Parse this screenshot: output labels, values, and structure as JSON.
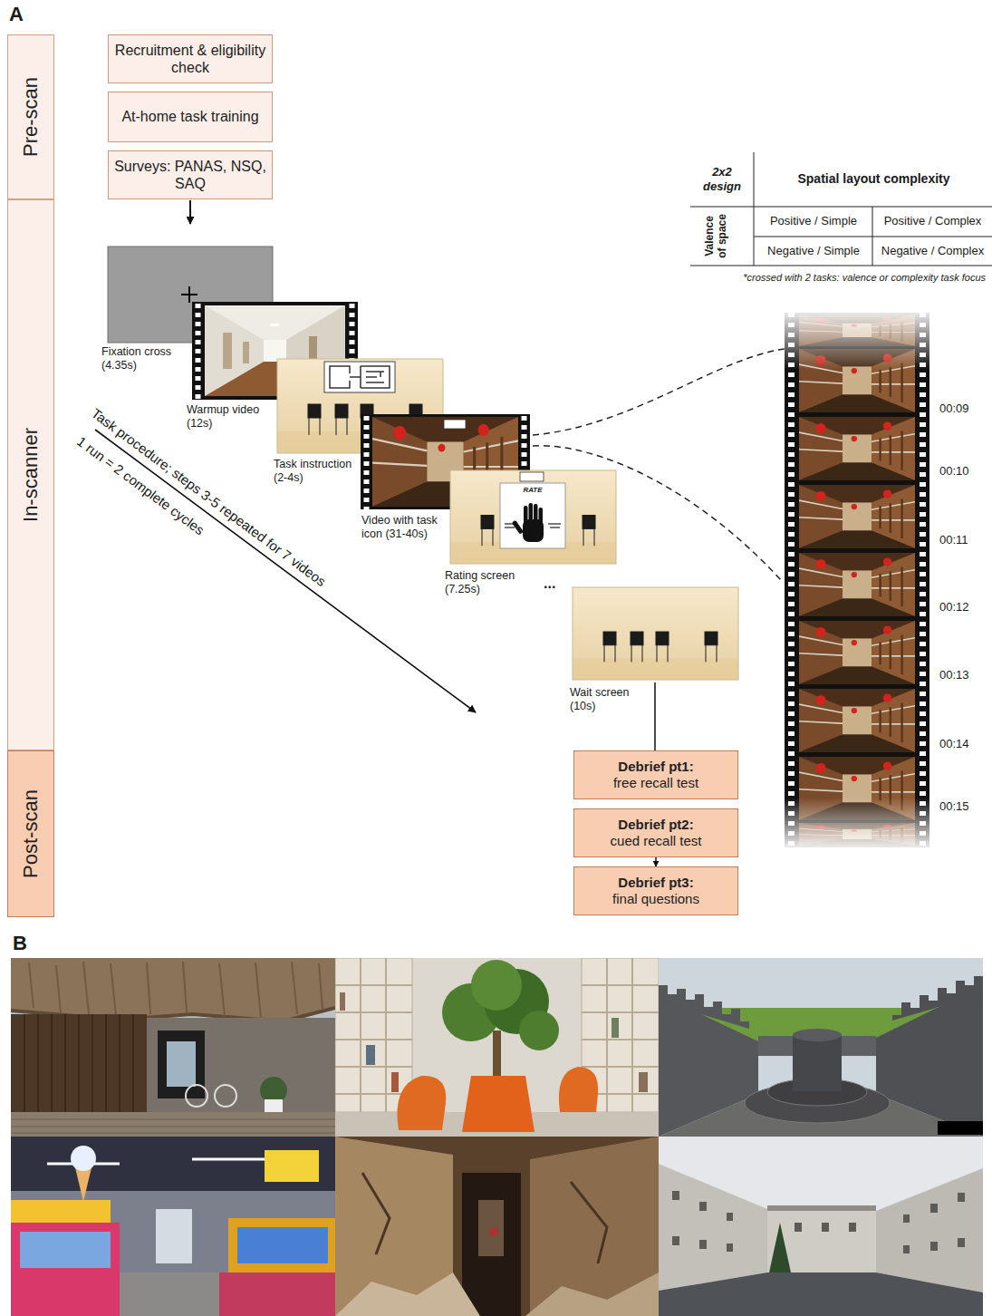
{
  "diagram": {
    "nodes": [
      {
        "text": [
          "Pre-scan"
        ]
      },
      {
        "text": [
          "In-scanner"
        ]
      },
      {
        "text": [
          "Post-scan"
        ]
      },
      {
        "text": [
          "Recruitment & eligibility check"
        ]
      },
      {
        "text": [
          "At-home task training"
        ]
      },
      {
        "text": [
          "Surveys: PANAS, NSQ, SAQ"
        ]
      },
      {
        "text": [
          "Debrief pt1:",
          "free recall test"
        ]
      },
      {
        "text": [
          "Debrief pt2:",
          "cued recall test"
        ]
      },
      {
        "text": [
          "Debrief pt3:",
          "final questions"
        ]
      }
    ],
    "edges": [
      {
        "from": 7,
        "to": 8,
        "arrow": "to"
      }
    ],
    "labels": [
      "A",
      "2x2 design",
      "Spatial layout complexity",
      "Valence of space",
      "Positive / Simple",
      "Positive / Complex",
      "Negative / Simple",
      "Negative / Complex",
      "*crossed with 2 tasks: valence or complexity task focus",
      "Fixation cross (4.35s)",
      "Warmup video (12s)",
      "Task instruction (2-4s)",
      "Video with task icon (31-40s)",
      "Rating screen (7.25s)",
      "RATE",
      "...",
      "Wait screen (10s)",
      "Task procedure; steps 3-5 repeated for 7 videos",
      "1 run = 2 complete cycles",
      "00:09",
      "00:10",
      "00:11",
      "00:12",
      "00:13",
      "00:14",
      "00:15",
      "B"
    ]
  }
}
